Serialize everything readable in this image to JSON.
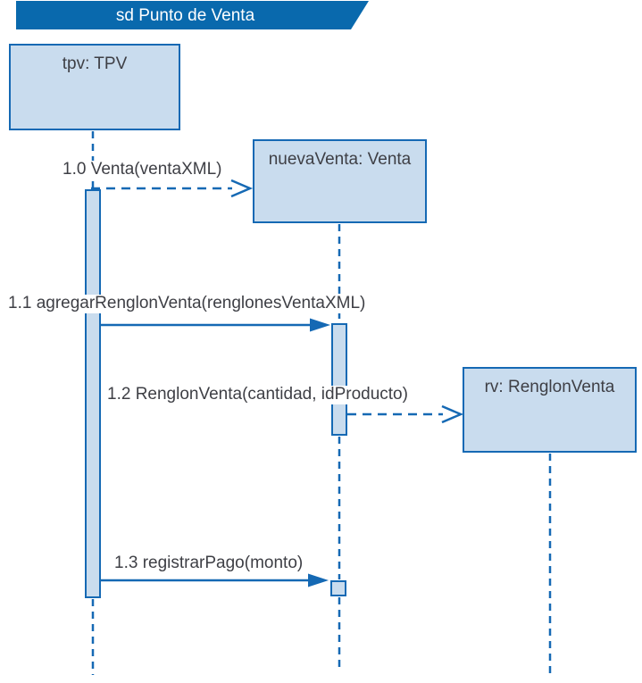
{
  "frame": {
    "label": "sd Punto de Venta"
  },
  "objects": [
    {
      "id": "tpv",
      "label": "tpv: TPV"
    },
    {
      "id": "nuevaVenta",
      "label": "nuevaVenta: Venta"
    },
    {
      "id": "rv",
      "label": "rv: RenglonVenta"
    }
  ],
  "messages": [
    {
      "seq": "1.0",
      "label": "1.0 Venta(ventaXML)",
      "kind": "create (dashed, open arrowhead)",
      "from": "tpv",
      "to": "nuevaVenta"
    },
    {
      "seq": "1.1",
      "label": "1.1 agregarRenglonVenta(renglonesVentaXML)",
      "kind": "call (solid, filled arrowhead)",
      "from": "tpv",
      "to": "nuevaVenta"
    },
    {
      "seq": "1.2",
      "label": "1.2 RenglonVenta(cantidad, idProducto)",
      "kind": "create (dashed, open arrowhead)",
      "from": "nuevaVenta",
      "to": "rv"
    },
    {
      "seq": "1.3",
      "label": "1.3 registrarPago(monto)",
      "kind": "call (solid, filled arrowhead)",
      "from": "tpv",
      "to": "nuevaVenta"
    }
  ],
  "colors": {
    "banner": "#0969ad",
    "banner-text": "#ffffff",
    "line": "#1569b4",
    "fill": "#c9dcee",
    "text": "#3e3f45",
    "background": "#ffffff"
  }
}
